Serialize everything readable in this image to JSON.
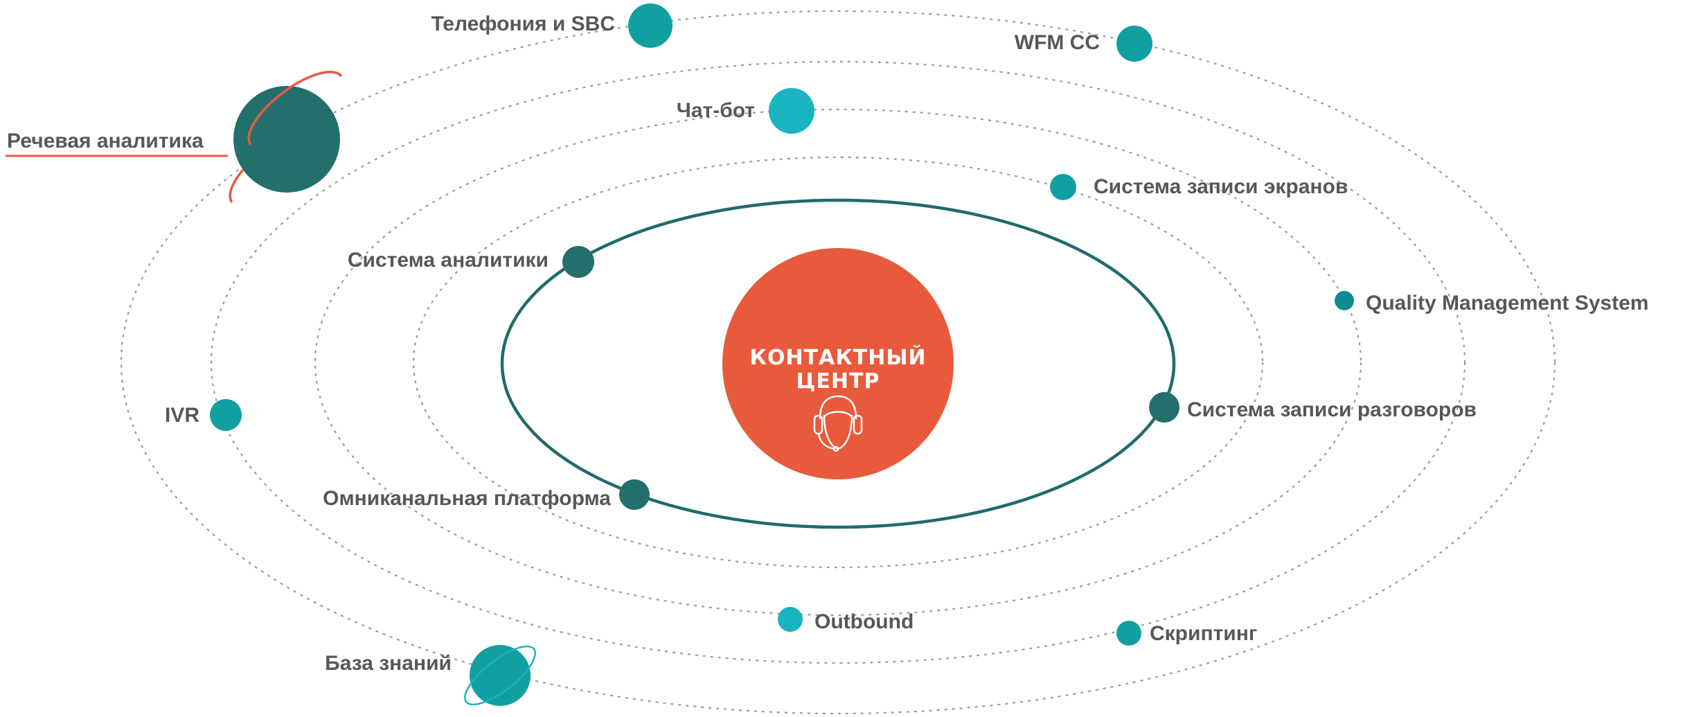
{
  "diagram": {
    "center": {
      "title_line1": "КОНТАКТНЫЙ",
      "title_line2": "ЦЕНТР",
      "icon": "headset-operator-icon",
      "color": "#e85a3c"
    },
    "colors": {
      "dark_teal": "#236f6b",
      "teal": "#129fa1",
      "light_teal": "#18b4c0",
      "accent_orange": "#e85a3c",
      "label_gray": "#55585b",
      "orbit_gray": "#9a9c9e"
    },
    "nodes": [
      {
        "id": "telephony",
        "label": "Телефония и SBC"
      },
      {
        "id": "wfm",
        "label": "WFM CC"
      },
      {
        "id": "speech",
        "label": "Речевая аналитика"
      },
      {
        "id": "chatbot",
        "label": "Чат-бот"
      },
      {
        "id": "screen",
        "label": "Система записи экранов"
      },
      {
        "id": "analytics",
        "label": "Система аналитики"
      },
      {
        "id": "qms",
        "label": "Quality Management System"
      },
      {
        "id": "ivr",
        "label": "IVR"
      },
      {
        "id": "callrec",
        "label": "Система записи разговоров"
      },
      {
        "id": "omni",
        "label": "Омниканальная платформа"
      },
      {
        "id": "outbound",
        "label": "Outbound"
      },
      {
        "id": "scripting",
        "label": "Скриптинг"
      },
      {
        "id": "kb",
        "label": "База знаний"
      }
    ]
  }
}
